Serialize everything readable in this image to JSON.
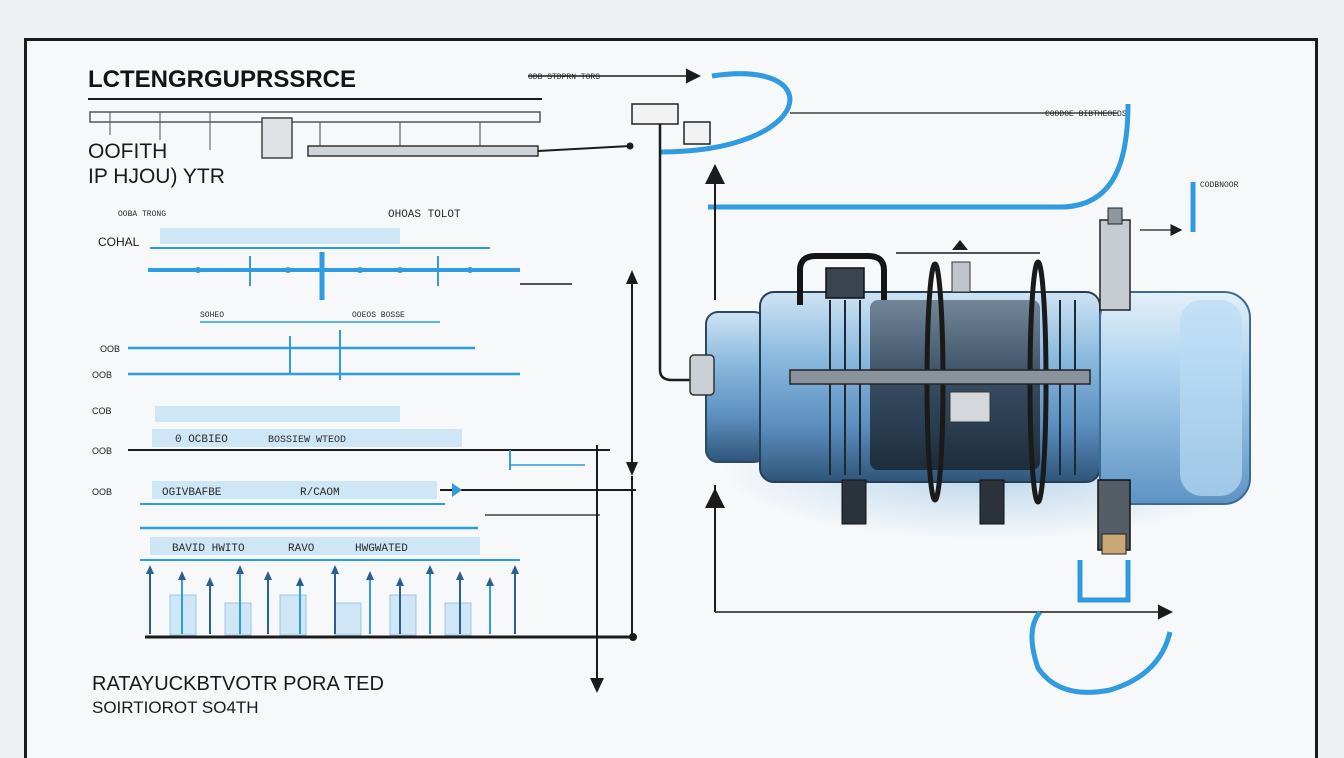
{
  "diagram": {
    "title": "LCTENGRGUPRSSRCE",
    "subtitle_line1": "OOFITH",
    "subtitle_line2": "IP HJOU) YTR",
    "footer_line1": "RATAYUCKBTVOTR PORA TED",
    "footer_line2": "SOIRTIOROT SO4TH",
    "colors": {
      "accent": "#2f9be0",
      "band": "#cfe6f6",
      "ink": "#1b1b1b",
      "pump_body": "#7fb2dc",
      "pump_dark": "#2c3b4c"
    },
    "left_labels": {
      "l1": "COHAL",
      "l2": "OOB",
      "l3": "OOB",
      "l4": "COB",
      "l5": "OOB",
      "l6": "OOB"
    },
    "band_texts": {
      "b1a": "0 OCBIEO",
      "b1b": "BOSSIEW WTEOD",
      "b2a": "OGIVBAFBE",
      "b2b": "R/CAOM",
      "b3a": "BAVID HWITO",
      "b3b": "RAVO",
      "b3c": "HWGWATED"
    },
    "small_labels": {
      "s1": "OOBA TRONG",
      "s2": "OHOAS TOLOT",
      "s3": "SOHEO",
      "s4": "OOEOS BOSSE"
    },
    "top_right_labels": {
      "r1": "ODB STDPRN TORS",
      "r2": "CODDOE BIBTHEOEDS",
      "r3": "CODBNOOR"
    }
  }
}
